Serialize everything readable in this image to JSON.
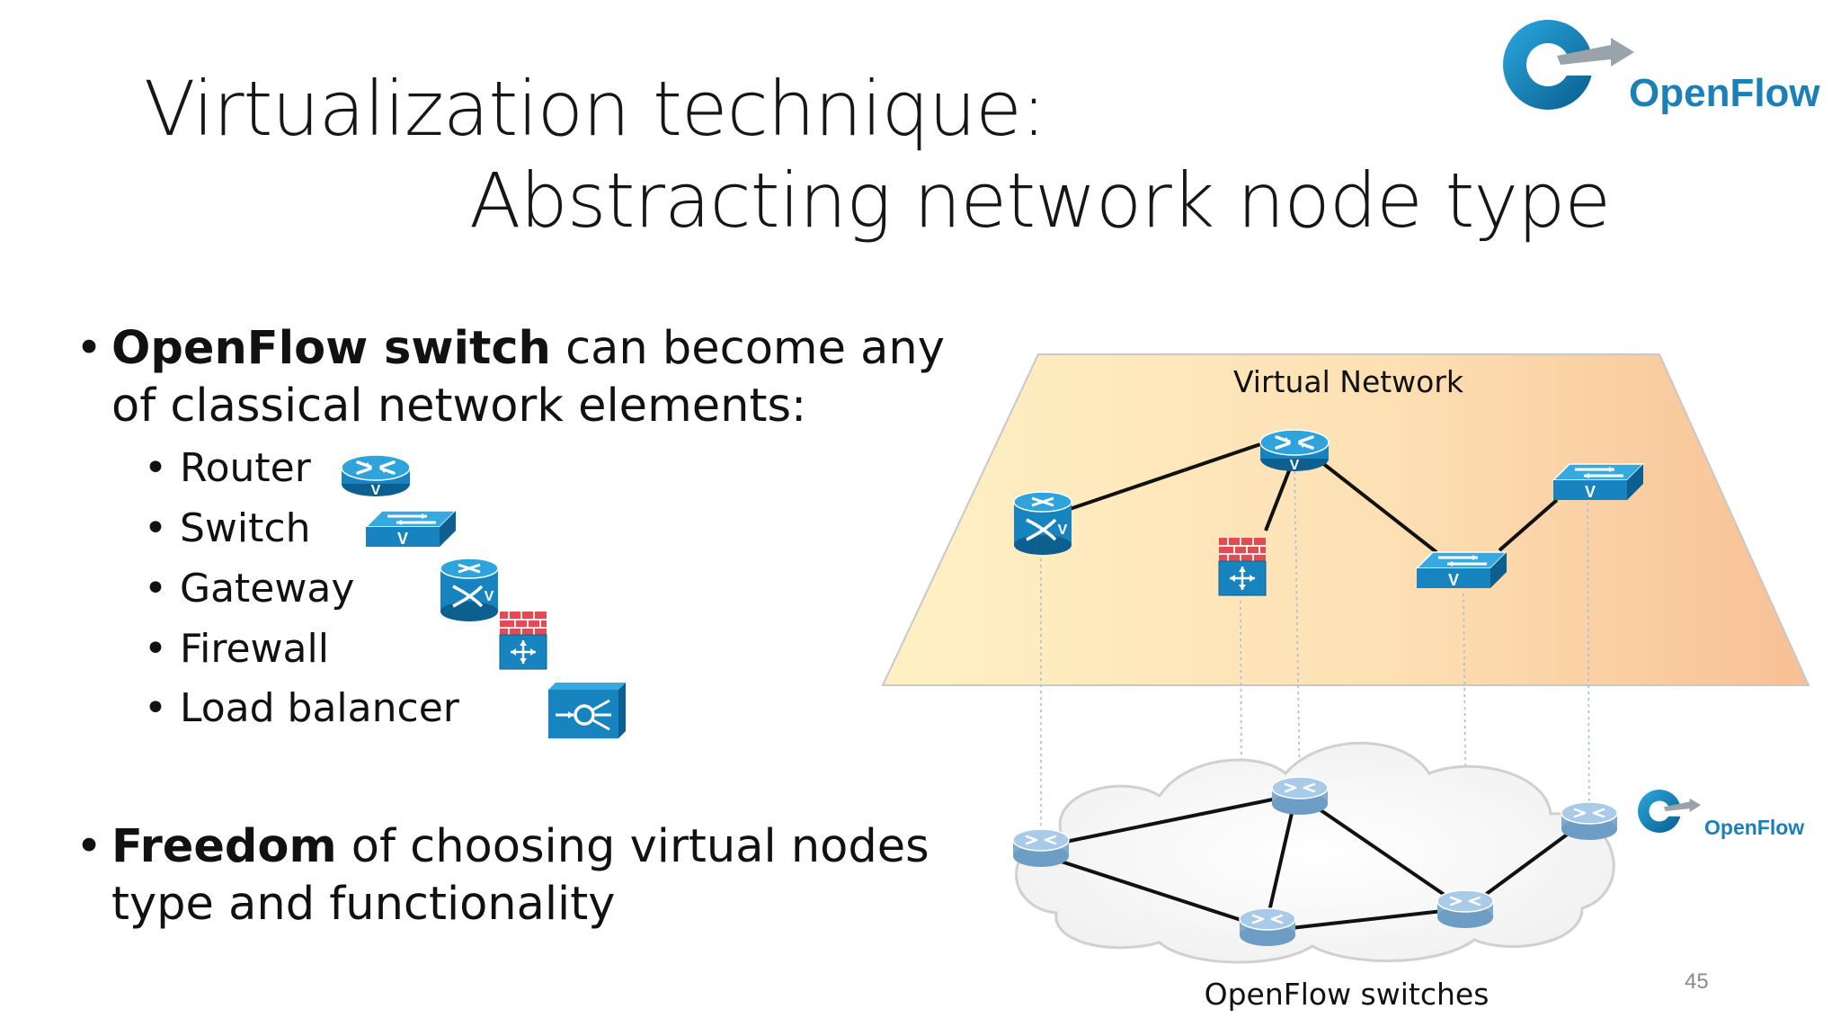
{
  "slide": {
    "title_line1": "Virtualization technique:",
    "title_line2": "Abstracting network node type",
    "page_number": "45"
  },
  "bullets": [
    {
      "bold": "OpenFlow switch",
      "text": " can become any of classical network elements:"
    },
    {
      "bold": "Freedom",
      "text": " of choosing virtual nodes type and functionality"
    }
  ],
  "sub_items": [
    {
      "label": "Router",
      "icon": "router-icon"
    },
    {
      "label": "Switch",
      "icon": "switch-icon"
    },
    {
      "label": "Gateway",
      "icon": "gateway-icon"
    },
    {
      "label": "Firewall",
      "icon": "firewall-icon"
    },
    {
      "label": "Load balancer",
      "icon": "load-balancer-icon"
    }
  ],
  "diagram": {
    "virtual_network_label": "Virtual Network",
    "physical_label": "OpenFlow switches",
    "logo_text": "OpenFlow",
    "logo_small_text": "OpenFlow"
  },
  "colors": {
    "icon_blue": "#1a87c2",
    "icon_blue_dark": "#0c5f8e",
    "firewall_red": "#e34b53",
    "plane_left": "#fff0bf",
    "plane_right": "#f8c49a",
    "physical_node": "#8fb9db"
  }
}
